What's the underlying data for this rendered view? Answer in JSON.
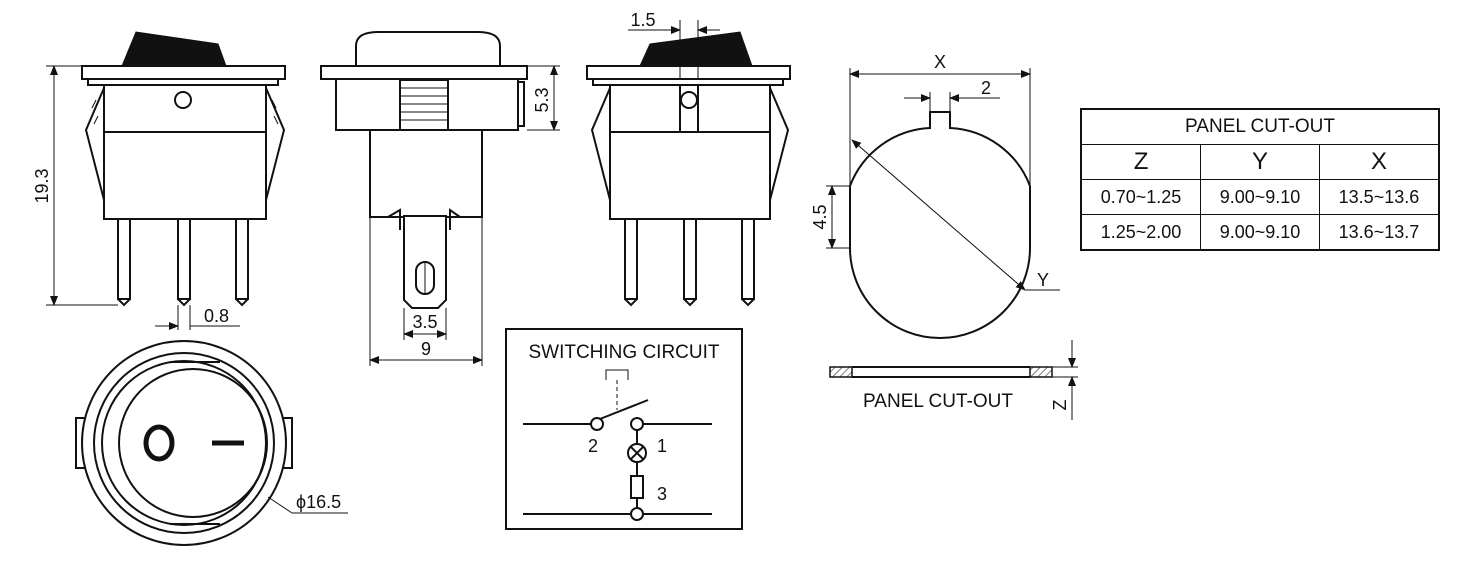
{
  "dimensions": {
    "height": "19.3",
    "pin_width": "0.8",
    "top_offset": "5.3",
    "actuator_gap": "1.5",
    "tab_width": "3.5",
    "body_width": "9",
    "diameter": "ϕ16.5",
    "cut_x": "X",
    "key_width": "2",
    "flat": "4.5",
    "cut_y": "Y",
    "panel_z": "Z"
  },
  "switch_face": {
    "off_symbol": "O",
    "on_symbol": "I"
  },
  "circuit": {
    "title": "SWITCHING CIRCUIT",
    "pin_1": "1",
    "pin_2": "2",
    "pin_3": "3"
  },
  "panel_label": "PANEL CUT-OUT",
  "cutout_table": {
    "caption": "PANEL CUT-OUT",
    "headers": [
      "Z",
      "Y",
      "X"
    ],
    "rows": [
      [
        "0.70~1.25",
        "9.00~9.10",
        "13.5~13.6"
      ],
      [
        "1.25~2.00",
        "9.00~9.10",
        "13.6~13.7"
      ]
    ]
  }
}
